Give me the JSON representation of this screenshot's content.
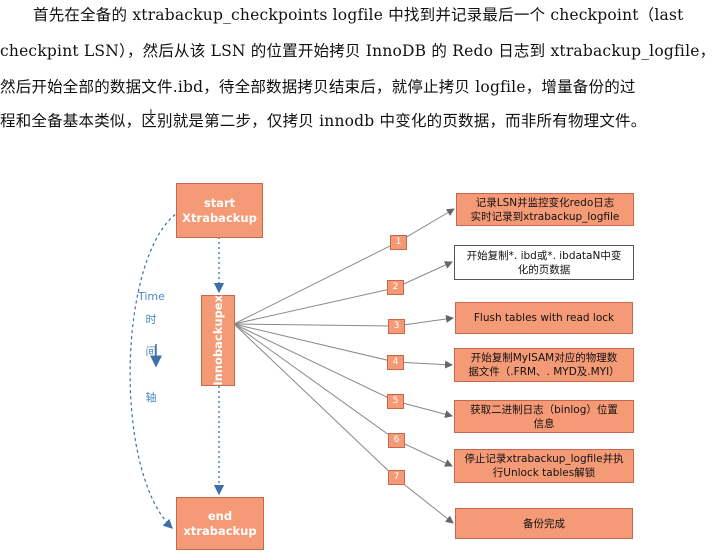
{
  "paragraph": {
    "lines": [
      "首先在全备的 xtrabackup_checkpoints logfile 中找到并记录最后一个 checkpoint（last",
      "checkpint LSN），然后从该 LSN 的位置开始拷贝 InnoDB 的 Redo 日志到 xtrabackup_logfile，",
      "然后开始全部的数据文件.ibd，待全部数据拷贝结束后，就停止拷贝 logfile，增量备份的过",
      "程和全备基本类似，区别就是第二步，仅拷贝 innodb 中变化的页数据，而非所有物理文件。"
    ]
  },
  "diagram": {
    "start_box": "start\nXtrabackup",
    "middle_box": "Innobackupex",
    "end_box": "end\nxtrabackup",
    "time_axis": {
      "title": "Time",
      "chars": [
        "时",
        "间",
        "轴"
      ]
    },
    "colors": {
      "box_fill": "#f59a76",
      "box_border": "#c8674a",
      "line": "#888888",
      "time": "#4a8bc4"
    },
    "steps": [
      {
        "num": "1",
        "text": "记录LSN并监控变化redo日志\n实时记录到xtrabackup_logfile",
        "highlight": true
      },
      {
        "num": "2",
        "text": "开始复制*. ibd或*. ibdataN中变\n化的页数据",
        "highlight": false
      },
      {
        "num": "3",
        "text": "Flush tables with read lock",
        "highlight": true
      },
      {
        "num": "4",
        "text": "开始复制MyISAM对应的物理数\n据文件（.FRM、. MYD及.MYI）",
        "highlight": true
      },
      {
        "num": "5",
        "text": "获取二进制日志（binlog）位置\n信息",
        "highlight": true
      },
      {
        "num": "6",
        "text": "停止记录xtrabackup_logfile并执\n行Unlock tables解锁",
        "highlight": true
      },
      {
        "num": "7",
        "text": "备份完成",
        "highlight": true
      }
    ]
  }
}
